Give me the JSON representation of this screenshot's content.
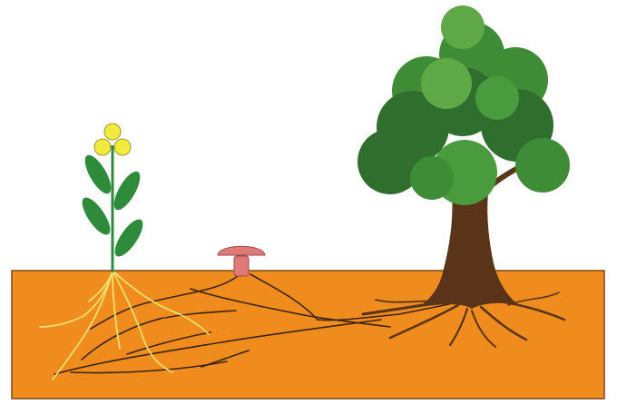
{
  "scene": {
    "elements": [
      "flowering-plant",
      "mushroom",
      "tree",
      "soil",
      "plant-roots",
      "fungal-hyphae",
      "tree-roots"
    ],
    "colors": {
      "soil": "#f08c1e",
      "soil_outline": "#7a4a1a",
      "flower": "#f2ea3c",
      "plant_leaf": "#2e8b3c",
      "plant_root": "#f2e06a",
      "mushroom": "#e07a78",
      "hyphae": "#3a2410",
      "trunk": "#5a3418",
      "canopy_dark": "#2f6e2c",
      "canopy_mid": "#3f8c36",
      "canopy_light": "#5fa847"
    }
  }
}
